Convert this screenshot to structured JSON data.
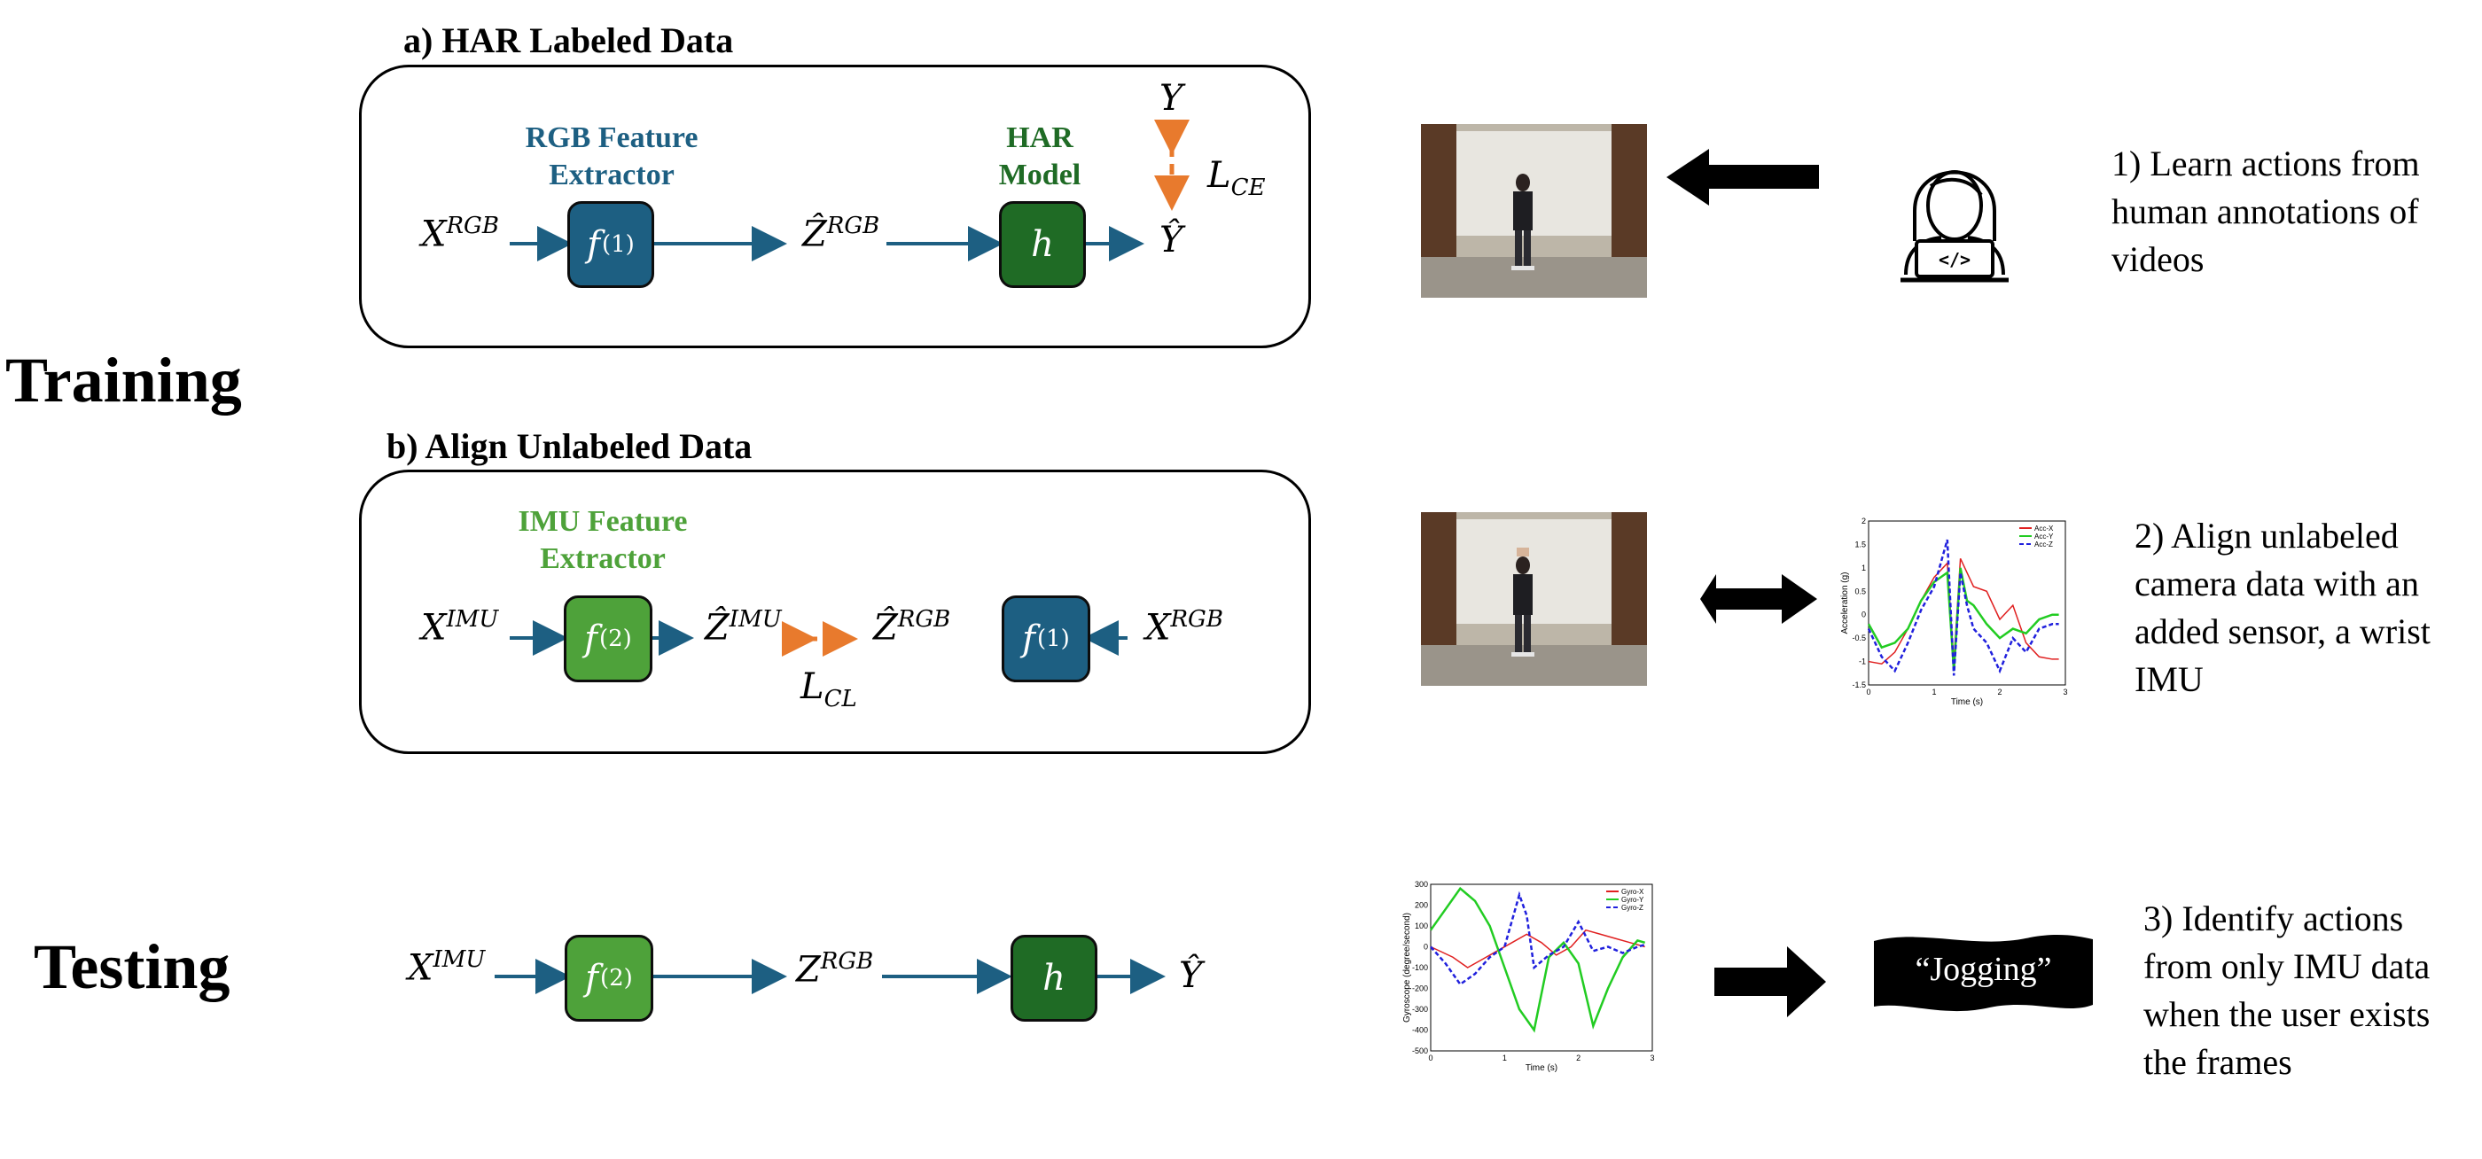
{
  "labels": {
    "training": "Training",
    "testing": "Testing",
    "section_a": "a) HAR Labeled Data",
    "section_b": "b) Align Unlabeled Data"
  },
  "captions": {
    "rgb_extractor": "RGB Feature Extractor",
    "har_model": "HAR Model",
    "imu_extractor": "IMU Feature Extractor"
  },
  "symbols": {
    "x": "X",
    "z_hat": "Ẑ",
    "z": "Z",
    "y": "Y",
    "y_hat": "Ŷ",
    "l": "L",
    "f": "f",
    "h": "h",
    "rgb": "RGB",
    "imu": "IMU",
    "f1_sup": "(1)",
    "f2_sup": "(2)",
    "ce": "CE",
    "cl": "CL"
  },
  "steps": {
    "step1": [
      "1) Learn actions from",
      "human annotations of",
      "videos"
    ],
    "step2": [
      "2) Align unlabeled",
      "camera data with an",
      "added sensor, a wrist",
      "IMU"
    ],
    "step3": [
      "3) Identify actions",
      "from only IMU data",
      "when the user exists",
      "the frames"
    ]
  },
  "jogging_label": "“Jogging”",
  "acc_chart": {
    "type": "line",
    "ylabel": "Acceleration (g)",
    "xlabel": "Time (s)",
    "xlim": [
      0,
      3
    ],
    "ylim": [
      -1.5,
      2
    ],
    "xticks": [
      "0",
      "1",
      "2",
      "3"
    ],
    "yticks": [
      "2",
      "1.5",
      "1",
      "0.5",
      "0",
      "-0.5",
      "-1",
      "-1.5"
    ],
    "series": [
      {
        "name": "Acc-X",
        "color": "#e02020",
        "x": [
          0,
          0.2,
          0.4,
          0.6,
          0.8,
          1.0,
          1.2,
          1.3,
          1.4,
          1.5,
          1.6,
          1.8,
          2.0,
          2.2,
          2.4,
          2.6,
          2.8,
          2.9
        ],
        "y": [
          -1.0,
          -1.05,
          -0.8,
          -0.3,
          0.3,
          0.8,
          1.1,
          -1.0,
          1.2,
          0.9,
          0.6,
          0.5,
          -0.1,
          0.2,
          -0.6,
          -0.9,
          -0.95,
          -0.95
        ]
      },
      {
        "name": "Acc-Y",
        "color": "#22cc22",
        "x": [
          0,
          0.2,
          0.4,
          0.6,
          0.8,
          1.0,
          1.2,
          1.3,
          1.4,
          1.5,
          1.6,
          1.8,
          2.0,
          2.2,
          2.4,
          2.6,
          2.8,
          2.9
        ],
        "y": [
          -0.2,
          -0.7,
          -0.6,
          -0.3,
          0.3,
          0.7,
          0.9,
          -1.2,
          1.0,
          0.3,
          0.2,
          -0.2,
          -0.5,
          -0.3,
          -0.4,
          -0.1,
          0.0,
          0.0
        ]
      },
      {
        "name": "Acc-Z",
        "color": "#2020dd",
        "x": [
          0,
          0.2,
          0.4,
          0.6,
          0.8,
          1.0,
          1.2,
          1.3,
          1.4,
          1.5,
          1.6,
          1.8,
          2.0,
          2.2,
          2.4,
          2.6,
          2.8,
          2.9
        ],
        "y": [
          -0.3,
          -0.9,
          -1.2,
          -0.6,
          0.1,
          0.6,
          1.6,
          -1.3,
          0.9,
          0.2,
          -0.3,
          -0.6,
          -1.2,
          -0.5,
          -0.8,
          -0.3,
          -0.2,
          -0.2
        ]
      }
    ]
  },
  "gyro_chart": {
    "type": "line",
    "ylabel": "Gyroscope (degree/second)",
    "xlabel": "Time (s)",
    "xlim": [
      0,
      3
    ],
    "ylim": [
      -500,
      300
    ],
    "xticks": [
      "0",
      "1",
      "2",
      "3"
    ],
    "yticks": [
      "300",
      "200",
      "100",
      "0",
      "-100",
      "-200",
      "-300",
      "-400",
      "-500"
    ],
    "series": [
      {
        "name": "Gyro-X",
        "color": "#e02020",
        "x": [
          0,
          0.3,
          0.5,
          0.7,
          0.9,
          1.1,
          1.3,
          1.5,
          1.7,
          1.9,
          2.1,
          2.3,
          2.5,
          2.7,
          2.9
        ],
        "y": [
          0,
          -50,
          -100,
          -60,
          -20,
          20,
          60,
          20,
          -40,
          0,
          80,
          60,
          40,
          20,
          0
        ]
      },
      {
        "name": "Gyro-Y",
        "color": "#22cc22",
        "x": [
          0,
          0.2,
          0.4,
          0.6,
          0.8,
          1.0,
          1.2,
          1.4,
          1.6,
          1.8,
          2.0,
          2.2,
          2.4,
          2.6,
          2.8,
          2.9
        ],
        "y": [
          80,
          180,
          280,
          220,
          100,
          -100,
          -300,
          -400,
          -50,
          20,
          -80,
          -380,
          -200,
          -50,
          30,
          20
        ]
      },
      {
        "name": "Gyro-Z",
        "color": "#2020dd",
        "x": [
          0,
          0.2,
          0.4,
          0.6,
          0.8,
          1.0,
          1.2,
          1.3,
          1.4,
          1.6,
          1.8,
          2.0,
          2.2,
          2.4,
          2.6,
          2.8,
          2.9
        ],
        "y": [
          0,
          -80,
          -180,
          -130,
          -50,
          0,
          250,
          150,
          -100,
          -40,
          0,
          120,
          -20,
          0,
          -30,
          0,
          10
        ]
      }
    ]
  }
}
